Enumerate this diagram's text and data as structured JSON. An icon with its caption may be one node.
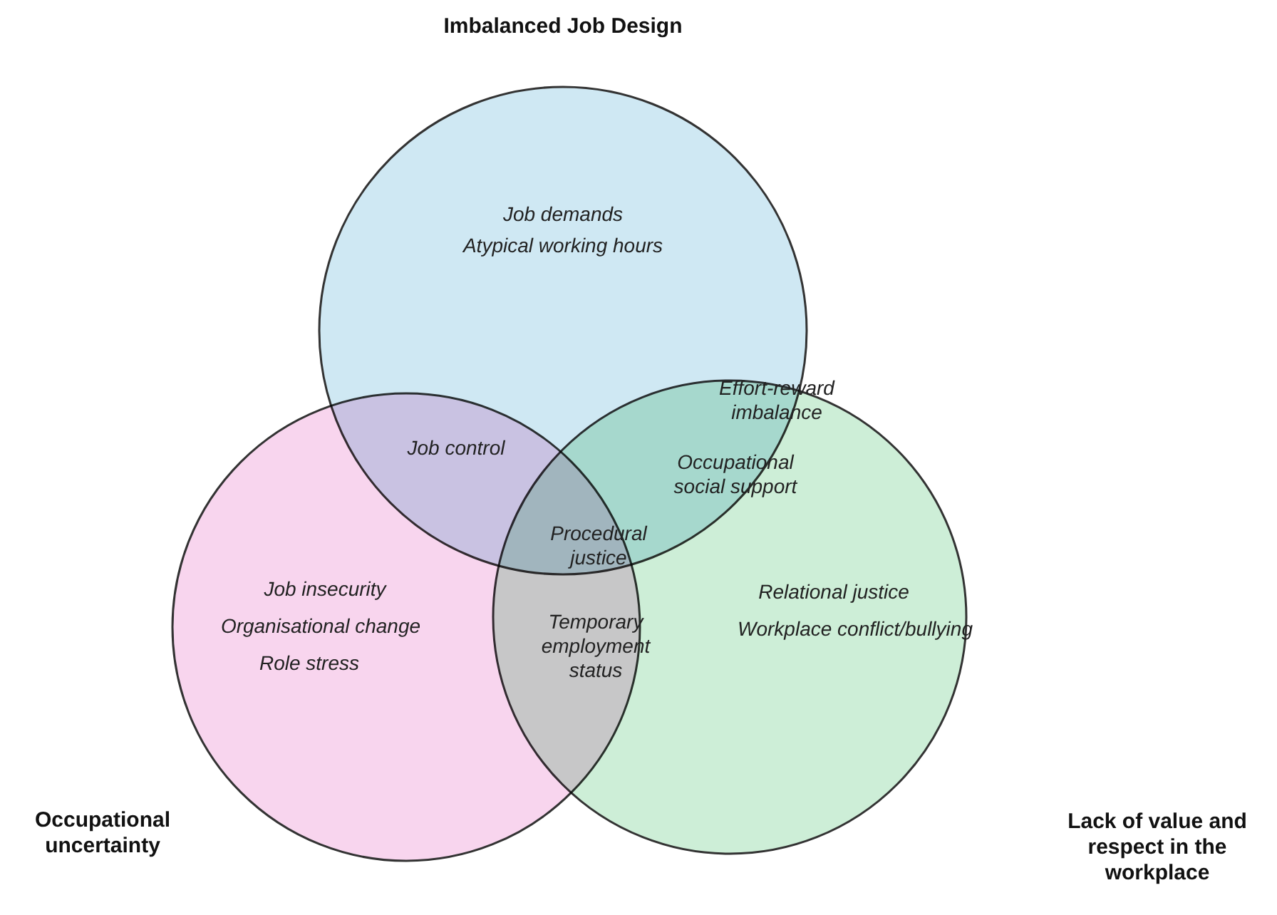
{
  "diagram": {
    "nodes": [
      {
        "text": [
          "Imbalanced Job Design",
          "Job demands",
          "Atypical working hours"
        ]
      },
      {
        "text": [
          "Occupational uncertainty",
          "Job insecurity",
          "Organisational change",
          "Role stress"
        ]
      },
      {
        "text": [
          "Lack of value and respect in the workplace",
          "Relational justice",
          "Workplace conflict/bullying"
        ]
      }
    ],
    "edges": [],
    "labels": [
      "Effort-reward imbalance",
      "Job control",
      "Occupational social support",
      "Procedural justice",
      "Temporary employment status"
    ]
  }
}
